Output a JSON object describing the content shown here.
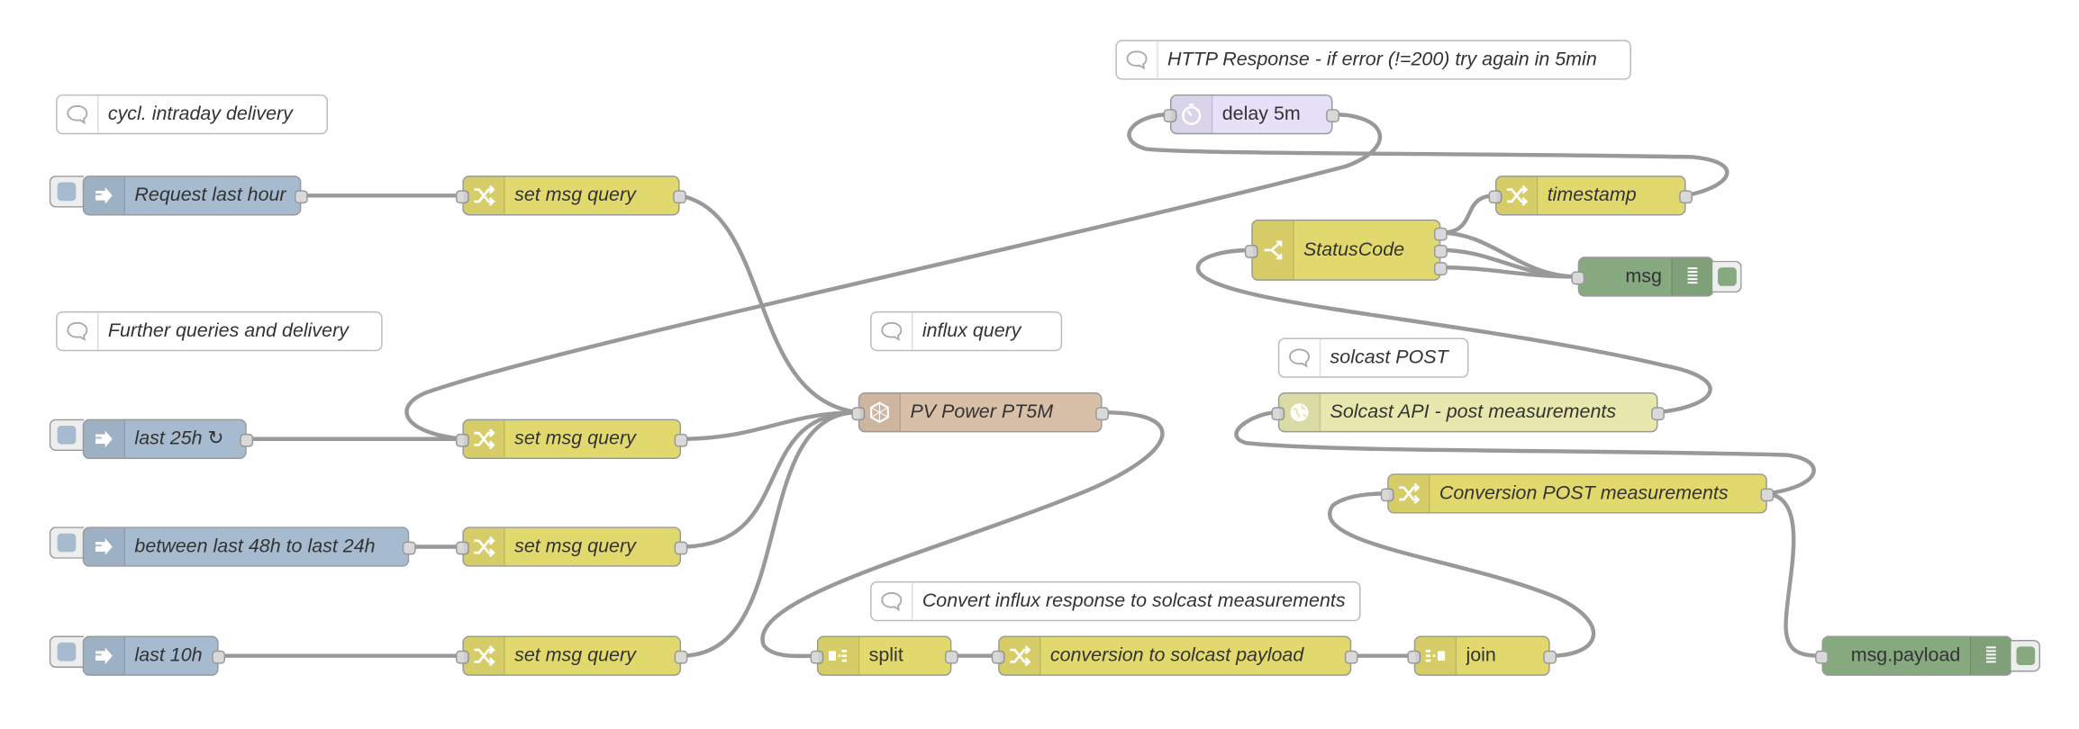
{
  "comments": {
    "cycl": "cycl. intraday delivery",
    "further": "Further queries and delivery",
    "influx": "influx query",
    "http_resp": "HTTP Response - if error (!=200) try again in 5min",
    "solcast_post": "solcast POST",
    "convert": "Convert influx response to solcast measurements"
  },
  "nodes": {
    "inject_last_hour": "Request last hour",
    "inject_25h": "last 25h ↻",
    "inject_48h": "between last 48h to last 24h",
    "inject_10h": "last 10h",
    "change_q1": "set msg query",
    "change_q2": "set msg query",
    "change_q3": "set msg query",
    "change_q4": "set msg query",
    "influx": "PV Power PT5M",
    "delay": "delay 5m",
    "timestamp": "timestamp",
    "statuscode": "StatusCode",
    "debug_msg": "msg",
    "solcast_api": "Solcast API - post measurements",
    "conversion_post": "Conversion POST measurements",
    "split": "split",
    "conversion_payload": "conversion to solcast payload",
    "join": "join",
    "debug_payload": "msg.payload"
  },
  "icons": {
    "inject": "arrow-right-icon",
    "change": "shuffle-icon",
    "influx": "database-icon",
    "delay": "timer-icon",
    "switch": "switch-branch-icon",
    "debug": "list-icon",
    "http": "globe-icon",
    "split": "split-icon",
    "join": "join-icon",
    "comment": "speech-bubble-icon"
  },
  "colors": {
    "inject": "#a6bbcf",
    "change": "#e2d96e",
    "influx": "#d8bfa8",
    "delay": "#e6e0f8",
    "debug": "#87a980",
    "http": "#e7e7ae",
    "wire": "#999999"
  }
}
